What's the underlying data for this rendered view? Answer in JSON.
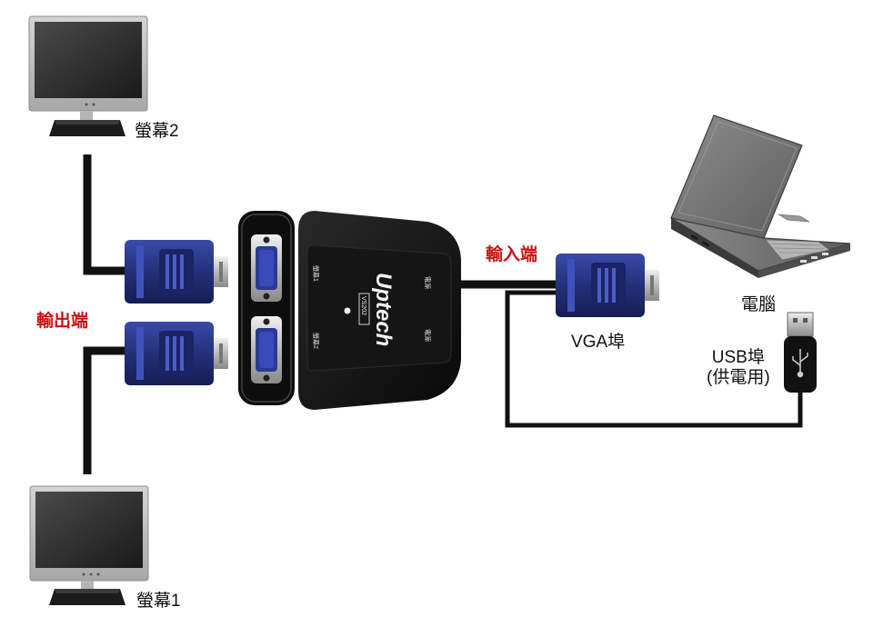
{
  "labels": {
    "monitor_2": "螢幕2",
    "monitor_1": "螢幕1",
    "output_side": "輸出端",
    "input_side": "輸入端",
    "vga_port": "VGA埠",
    "computer": "電腦",
    "usb_port_line1": "USB埠",
    "usb_port_line2": "(供電用)"
  },
  "splitter": {
    "brand": "Uptech",
    "model": "VS202",
    "port_labels": [
      "螢幕1",
      "螢幕2"
    ],
    "status_labels": [
      "電源",
      "電源"
    ]
  },
  "colors": {
    "label_red": "#cc1111",
    "label_dark": "#111111",
    "connector_blue": "#23307a",
    "cable_black": "#111111"
  },
  "icons": [
    "monitor-icon",
    "laptop-icon",
    "vga-connector-icon",
    "usb-plug-icon",
    "splitter-device-icon"
  ]
}
